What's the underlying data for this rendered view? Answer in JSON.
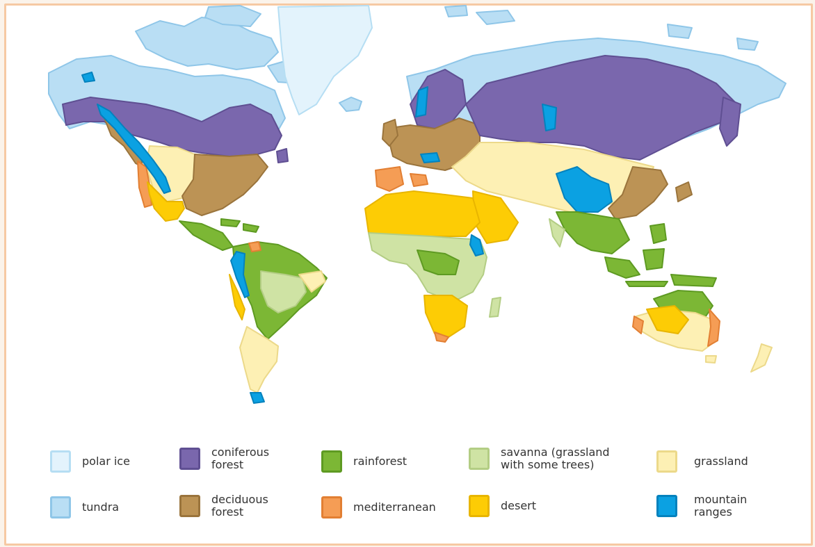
{
  "legend": {
    "polar_ice": {
      "label": "polar ice",
      "fill": "#e3f3fc",
      "stroke": "#b6def3"
    },
    "coniferous": {
      "label": "coniferous\nforest",
      "fill": "#7a67ad",
      "stroke": "#5f4f92"
    },
    "rainforest": {
      "label": "rainforest",
      "fill": "#7cb735",
      "stroke": "#5e9a22"
    },
    "savanna": {
      "label": "savanna (grassland\nwith some trees)",
      "fill": "#cfe3a4",
      "stroke": "#b3cd84"
    },
    "grassland": {
      "label": "grassland",
      "fill": "#fdf0b4",
      "stroke": "#ecd98a"
    },
    "tundra": {
      "label": "tundra",
      "fill": "#b9def4",
      "stroke": "#8fc6e8"
    },
    "deciduous": {
      "label": "deciduous\nforest",
      "fill": "#bc9355",
      "stroke": "#9a743c"
    },
    "mediterranean": {
      "label": "mediterranean",
      "fill": "#f59d55",
      "stroke": "#e27f33"
    },
    "desert": {
      "label": "desert",
      "fill": "#fdcc05",
      "stroke": "#e8b500"
    },
    "mountains": {
      "label": "mountain\nranges",
      "fill": "#0ba1e2",
      "stroke": "#0582bd"
    }
  }
}
